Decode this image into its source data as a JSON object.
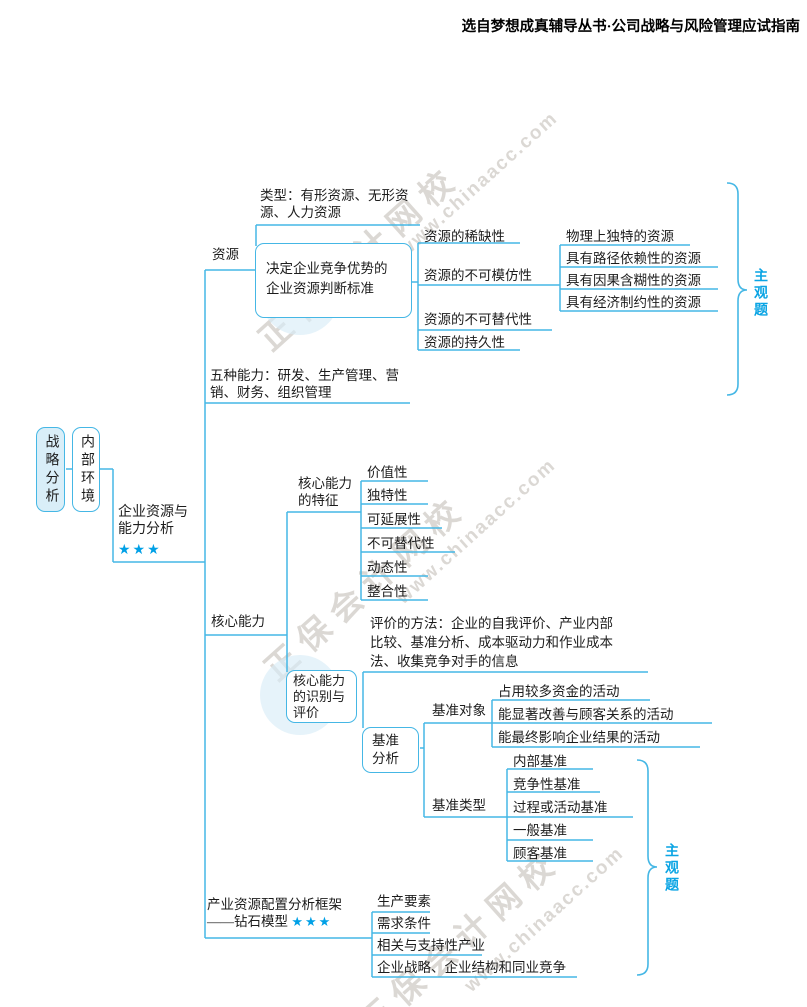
{
  "header": {
    "source": "选自梦想成真辅导丛书·公司战略与风险管理应试指南"
  },
  "watermark": {
    "brand": "正保会计网校",
    "site": "www.chinaacc.com"
  },
  "braces": {
    "subjective_top": "主观题",
    "subjective_bottom": "主观题"
  },
  "root": {
    "label": "战略分析"
  },
  "env": {
    "label": "内部环境"
  },
  "topic": {
    "label": "企业资源与能力分析",
    "stars": "★★★"
  },
  "resources": {
    "label": "资源",
    "types": "类型：有形资源、无形资源、人力资源",
    "criteria_box": "决定企业竞争优势的企业资源判断标准",
    "criteria": [
      "资源的稀缺性",
      "资源的不可模仿性",
      "资源的不可替代性",
      "资源的持久性"
    ],
    "inimitable": [
      "物理上独特的资源",
      "具有路径依赖性的资源",
      "具有因果含糊性的资源",
      "具有经济制约性的资源"
    ]
  },
  "five_abilities": {
    "text": "五种能力：研发、生产管理、营销、财务、组织管理"
  },
  "core": {
    "label": "核心能力",
    "traits_label": "核心能力的特征",
    "traits": [
      "价值性",
      "独特性",
      "可延展性",
      "不可替代性",
      "动态性",
      "整合性"
    ],
    "identify_label": "核心能力的识别与评价",
    "methods": "评价的方法：企业的自我评价、产业内部比较、基准分析、成本驱动力和作业成本法、收集竞争对手的信息",
    "benchmark_label": "基准分析",
    "object_label": "基准对象",
    "objects": [
      "占用较多资金的活动",
      "能显著改善与顾客关系的活动",
      "能最终影响企业结果的活动"
    ],
    "type_label": "基准类型",
    "types": [
      "内部基准",
      "竞争性基准",
      "过程或活动基准",
      "一般基准",
      "顾客基准"
    ]
  },
  "diamond": {
    "label": "产业资源配置分析框架——钻石模型",
    "stars": "★★★",
    "items": [
      "生产要素",
      "需求条件",
      "相关与支持性产业",
      "企业战略、企业结构和同业竞争"
    ]
  },
  "colors": {
    "line": "#45b7e5",
    "accent": "#00a0e6",
    "root_fill": "#d9eef8",
    "text": "#1c1c1c"
  }
}
